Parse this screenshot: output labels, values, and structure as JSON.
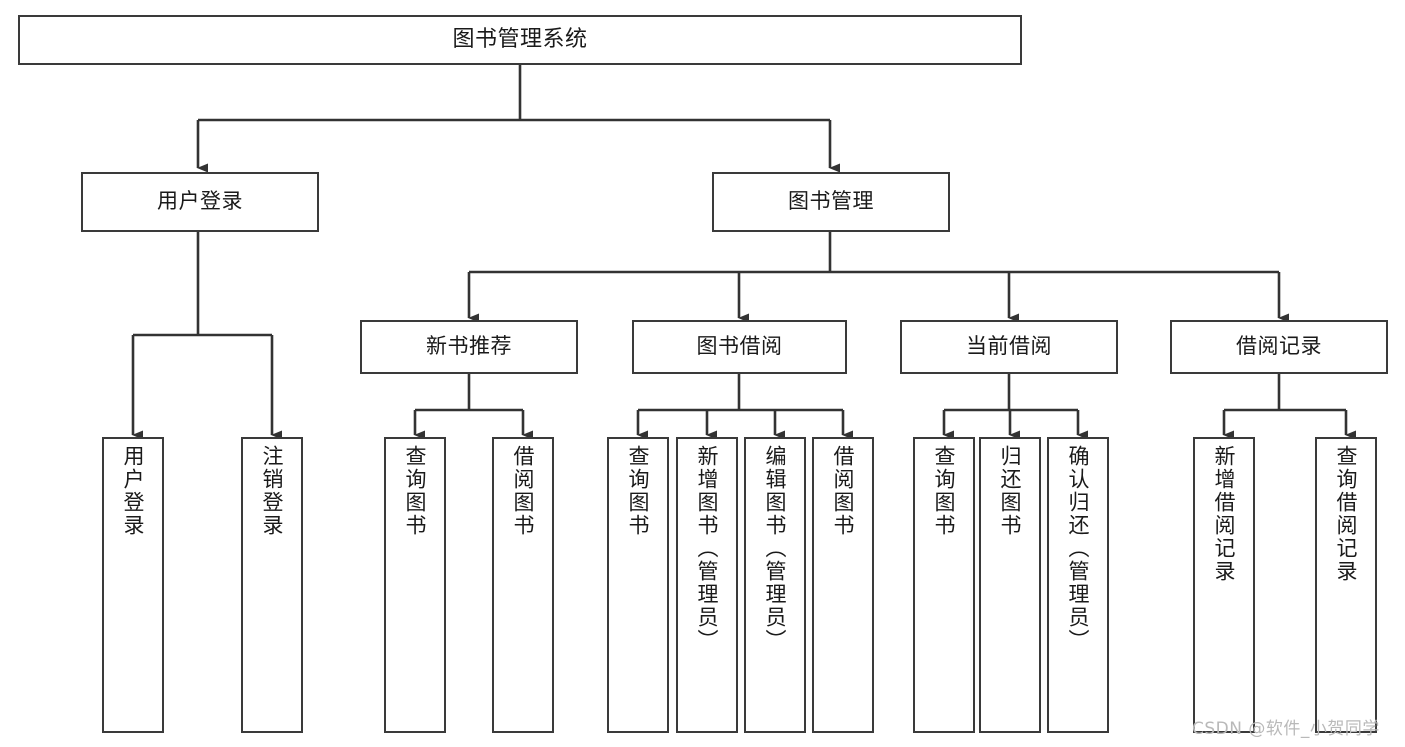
{
  "diagram": {
    "type": "tree-hierarchy",
    "title": "图书管理系统",
    "orientation": "top-down",
    "colors": {
      "background": "#ffffff",
      "box_border": "#3a3a3a",
      "box_fill": "#ffffff",
      "connector": "#333333",
      "text": "#1a1a1a",
      "watermark": "#b9b9b9"
    },
    "watermark": "CSDN @软件_小贺同学",
    "nodes": {
      "root": {
        "label": "图书管理系统",
        "level": 1
      },
      "level2": [
        {
          "id": "user-login",
          "label": "用户登录",
          "level": 2
        },
        {
          "id": "book-manage",
          "label": "图书管理",
          "level": 2
        }
      ],
      "level3": [
        {
          "id": "new-book-rec",
          "label": "新书推荐",
          "level": 3,
          "parent": "book-manage"
        },
        {
          "id": "book-borrow",
          "label": "图书借阅",
          "level": 3,
          "parent": "book-manage"
        },
        {
          "id": "current-borrow",
          "label": "当前借阅",
          "level": 3,
          "parent": "book-manage"
        },
        {
          "id": "borrow-record",
          "label": "借阅记录",
          "level": 3,
          "parent": "book-manage"
        }
      ],
      "leaves": [
        {
          "id": "leaf-user-login",
          "label": "用户登录",
          "parent": "user-login"
        },
        {
          "id": "leaf-logout",
          "label": "注销登录",
          "parent": "user-login"
        },
        {
          "id": "leaf-query-book-rec",
          "label": "查询图书",
          "parent": "new-book-rec"
        },
        {
          "id": "leaf-borrow-book-rec",
          "label": "借阅图书",
          "parent": "new-book-rec"
        },
        {
          "id": "leaf-query-book-borrow",
          "label": "查询图书",
          "parent": "book-borrow"
        },
        {
          "id": "leaf-add-book",
          "label": "新增图书（管理员）",
          "parent": "book-borrow"
        },
        {
          "id": "leaf-edit-book",
          "label": "编辑图书（管理员）",
          "parent": "book-borrow"
        },
        {
          "id": "leaf-borrow-book",
          "label": "借阅图书",
          "parent": "book-borrow"
        },
        {
          "id": "leaf-query-book-current",
          "label": "查询图书",
          "parent": "current-borrow"
        },
        {
          "id": "leaf-return-book",
          "label": "归还图书",
          "parent": "current-borrow"
        },
        {
          "id": "leaf-confirm-return",
          "label": "确认归还（管理员）",
          "parent": "current-borrow"
        },
        {
          "id": "leaf-add-record",
          "label": "新增借阅记录",
          "parent": "borrow-record"
        },
        {
          "id": "leaf-query-record",
          "label": "查询借阅记录",
          "parent": "borrow-record"
        }
      ]
    }
  }
}
